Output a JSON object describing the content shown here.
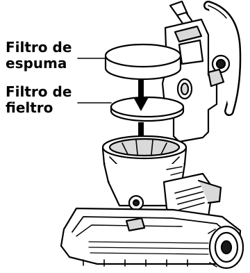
{
  "labels": {
    "foam_filter": {
      "line1": "Filtro de",
      "line2": "espuma"
    },
    "felt_filter": {
      "line1": "Filtro de",
      "line2": "fieltro"
    }
  },
  "colors": {
    "ink": "#000000",
    "fill": "#ffffff",
    "shade": "#d9d9d9",
    "dark": "#1a1a1a"
  }
}
